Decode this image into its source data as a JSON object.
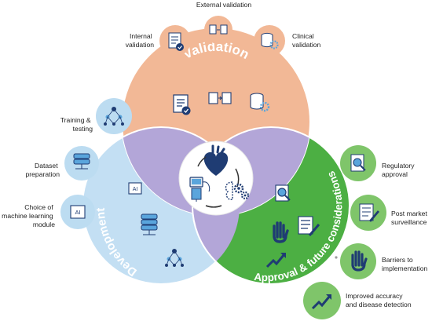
{
  "sections": {
    "validation": {
      "title": "Validation",
      "color": "#f2b896",
      "bubble_color": "#f2b896",
      "items": [
        {
          "lines": [
            "External validation"
          ]
        },
        {
          "lines": [
            "Internal",
            "validation"
          ]
        },
        {
          "lines": [
            "Clinical",
            "validation"
          ]
        }
      ]
    },
    "development": {
      "title": "Development",
      "color": "#c3dff3",
      "bubble_color": "#bcdcf1",
      "items": [
        {
          "lines": [
            "Training &",
            "testing"
          ]
        },
        {
          "lines": [
            "Dataset",
            "preparation"
          ]
        },
        {
          "lines": [
            "Choice of",
            "machine learning",
            "module"
          ]
        }
      ]
    },
    "approval": {
      "title": "Approval & future considerations",
      "color": "#4caf43",
      "bubble_color": "#7fc56a",
      "items": [
        {
          "lines": [
            "Regulatory",
            "approval"
          ]
        },
        {
          "lines": [
            "Post market",
            "surveillance"
          ]
        },
        {
          "lines": [
            "Barriers to",
            "implementation"
          ]
        },
        {
          "lines": [
            "Improved accuracy",
            "and disease detection"
          ]
        }
      ]
    }
  },
  "center": {
    "overlap_color": "#b3a6d8",
    "icons": [
      "heart-icon",
      "ultrasound-machine-icon",
      "ai-brain-gears-icon"
    ]
  },
  "icons": {
    "validation": [
      "document-check-icon",
      "document-transfer-icon",
      "database-gear-icon"
    ],
    "development": [
      "neural-network-icon",
      "database-stack-icon",
      "ai-chip-icon"
    ],
    "approval": [
      "magnifier-document-icon",
      "checklist-pen-icon",
      "stop-hand-icon",
      "rising-arrow-icon"
    ]
  }
}
